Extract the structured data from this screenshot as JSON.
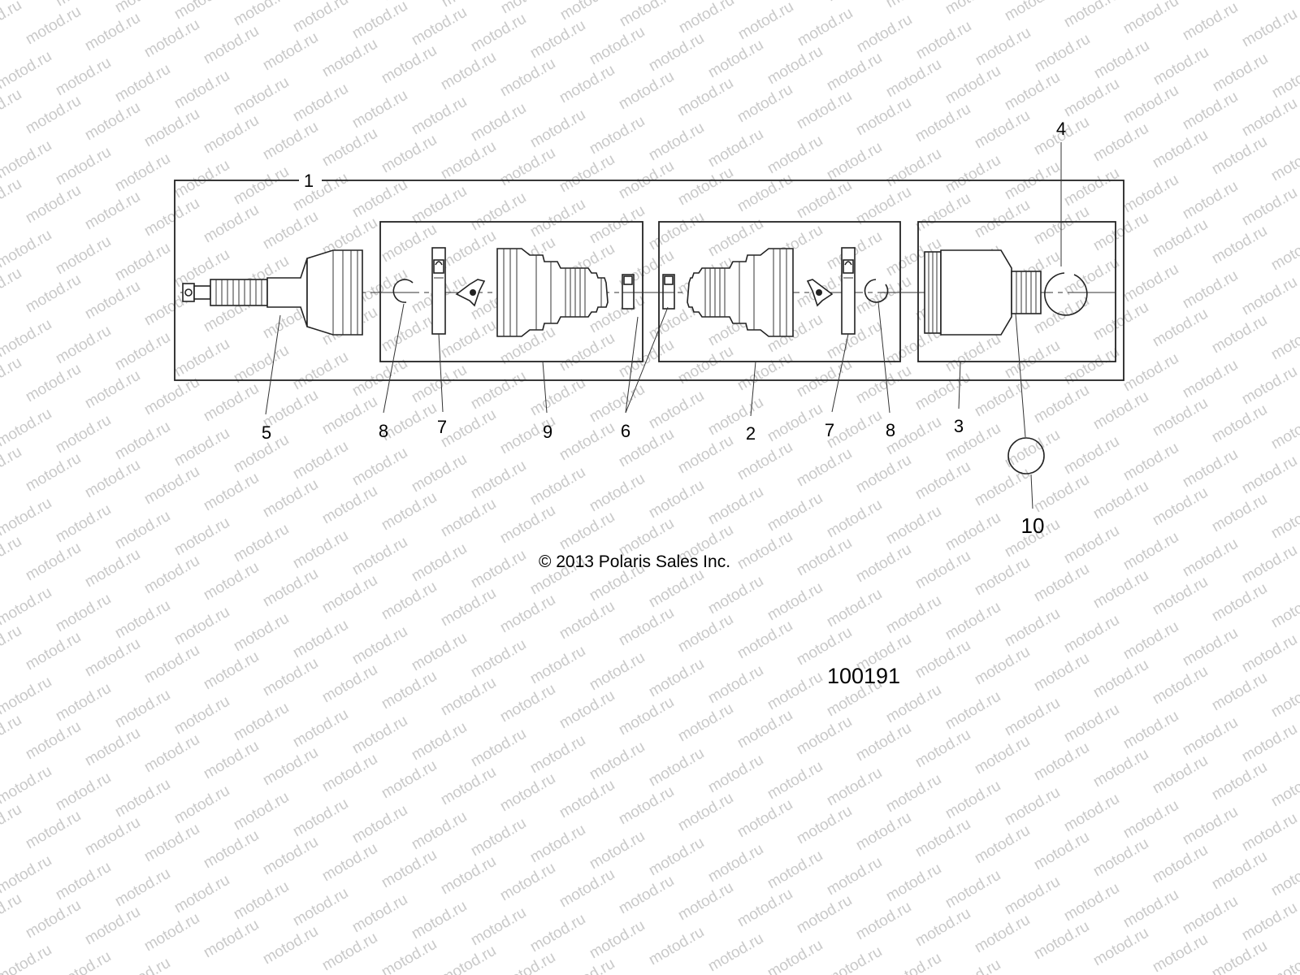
{
  "watermark": {
    "text": "motod.ru"
  },
  "callouts": {
    "c1": "1",
    "c2": "2",
    "c3": "3",
    "c4": "4",
    "c5": "5",
    "c6": "6",
    "c7a": "7",
    "c7b": "7",
    "c8a": "8",
    "c8b": "8",
    "c9": "9",
    "c10": "10"
  },
  "copyright": "© 2013 Polaris Sales Inc.",
  "figure_number": "100191"
}
